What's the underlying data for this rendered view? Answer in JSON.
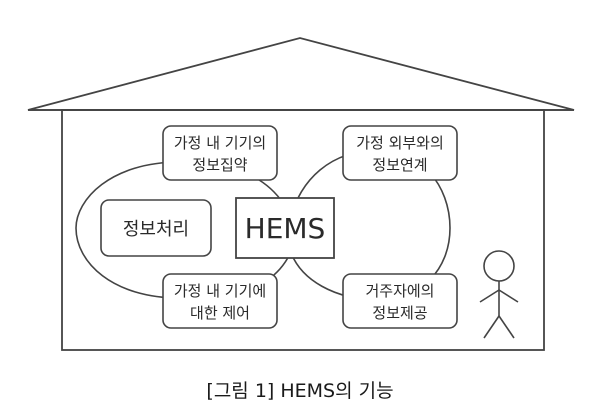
{
  "center_label": "HEMS",
  "processing_label": "정보처리",
  "functions": {
    "top_left": {
      "line1": "가정 내 기기의",
      "line2": "정보집약"
    },
    "top_right": {
      "line1": "가정 외부와의",
      "line2": "정보연계"
    },
    "bottom_left": {
      "line1": "가정 내 기기에",
      "line2": "대한 제어"
    },
    "bottom_right": {
      "line1": "거주자에의",
      "line2": "정보제공"
    }
  },
  "caption": "[그림 1] HEMS의 기능"
}
